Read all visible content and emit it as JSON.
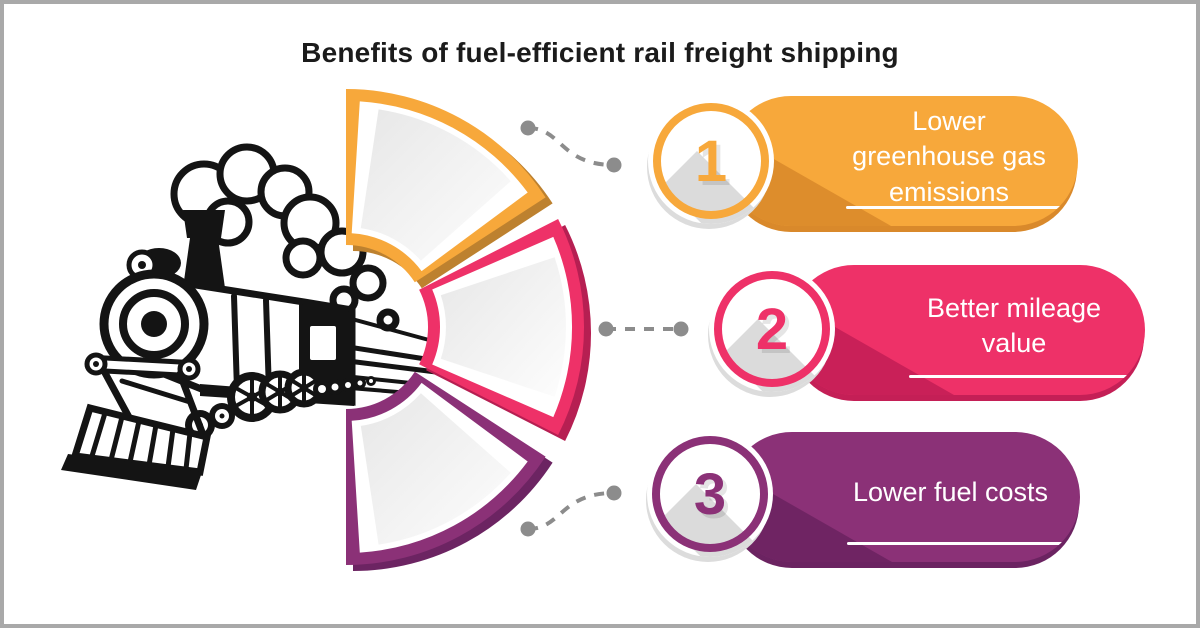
{
  "title": "Benefits of fuel-efficient rail freight shipping",
  "illustration": {
    "icon": "vintage-steam-locomotive",
    "detail": "steam-clouds"
  },
  "fan": {
    "segments": [
      {
        "position": "top",
        "color": "#F7A83B",
        "shadow_color": "#BD812F"
      },
      {
        "position": "middle",
        "color": "#EE3168",
        "shadow_color": "#B61F52"
      },
      {
        "position": "bottom",
        "color": "#8B3177",
        "shadow_color": "#6C2462"
      }
    ]
  },
  "connectors": {
    "style": "dashed",
    "dot_color": "#8C8C8C"
  },
  "items": [
    {
      "number": "1",
      "label": "Lower greenhouse gas emissions",
      "color": "#F7A83B",
      "shadow_color": "#D9892B"
    },
    {
      "number": "2",
      "label": "Better mileage value",
      "color": "#EE3168",
      "shadow_color": "#C41F56"
    },
    {
      "number": "3",
      "label": "Lower fuel costs",
      "color": "#8B3177",
      "shadow_color": "#6B2361"
    }
  ]
}
